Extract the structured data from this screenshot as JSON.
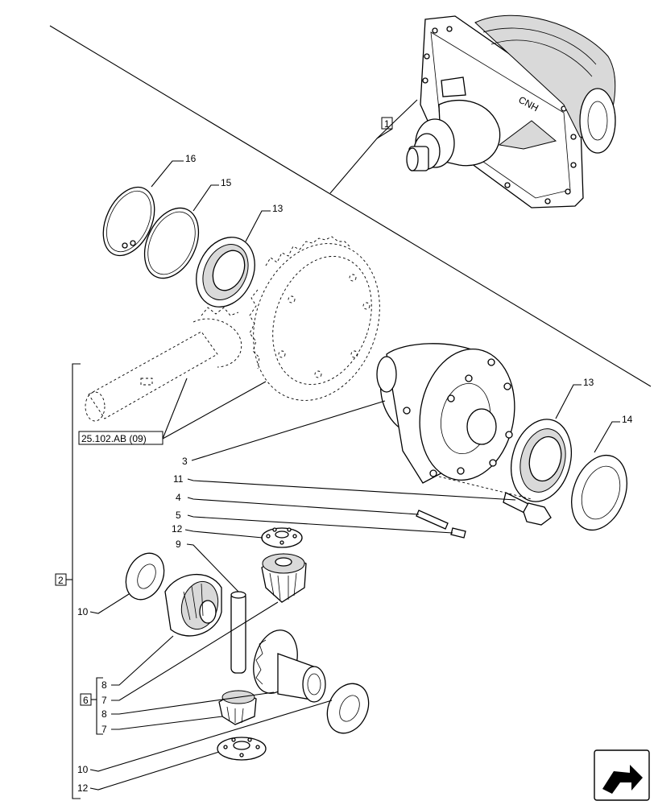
{
  "callouts": {
    "c1": "1",
    "c2": "2",
    "c6": "6",
    "c16": "16",
    "c15": "15",
    "c13a": "13",
    "c13b": "13",
    "c14": "14",
    "c3": "3",
    "c11": "11",
    "c4": "4",
    "c5": "5",
    "c12a": "12",
    "c9": "9",
    "c10a": "10",
    "c8a": "8",
    "c7a": "7",
    "c8b": "8",
    "c7b": "7",
    "c10b": "10",
    "c12b": "12"
  },
  "reference_label": "25.102.AB (09)",
  "logo_text": "CNH",
  "nav_icon": "next-page-arrow-icon"
}
